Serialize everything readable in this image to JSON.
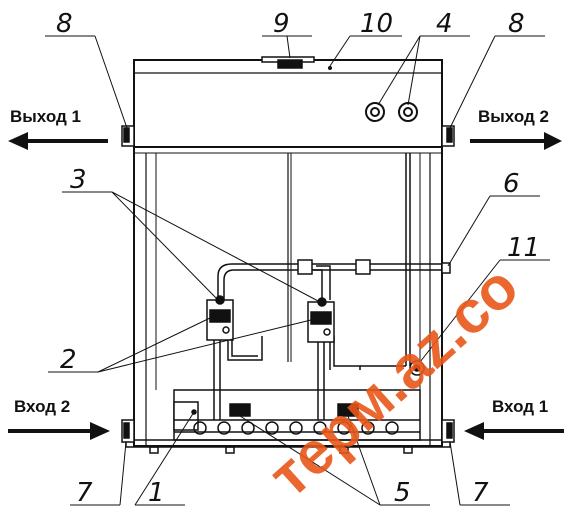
{
  "callouts": [
    {
      "id": "c1",
      "text": "1"
    },
    {
      "id": "c2",
      "text": "2"
    },
    {
      "id": "c3",
      "text": "3"
    },
    {
      "id": "c4",
      "text": "4"
    },
    {
      "id": "c5",
      "text": "5"
    },
    {
      "id": "c6",
      "text": "6"
    },
    {
      "id": "c7a",
      "text": "7"
    },
    {
      "id": "c7b",
      "text": "7"
    },
    {
      "id": "c8a",
      "text": "8"
    },
    {
      "id": "c8b",
      "text": "8"
    },
    {
      "id": "c9",
      "text": "9"
    },
    {
      "id": "c10",
      "text": "10"
    },
    {
      "id": "c11",
      "text": "11"
    }
  ],
  "flows": {
    "outlet_left": "Выход 1",
    "outlet_right": "Выход 2",
    "inlet_left": "Вход 2",
    "inlet_right": "Вход 1"
  },
  "watermark": "терм.az.co",
  "colors": {
    "line": "#111111",
    "watermark": "#e8581a"
  }
}
